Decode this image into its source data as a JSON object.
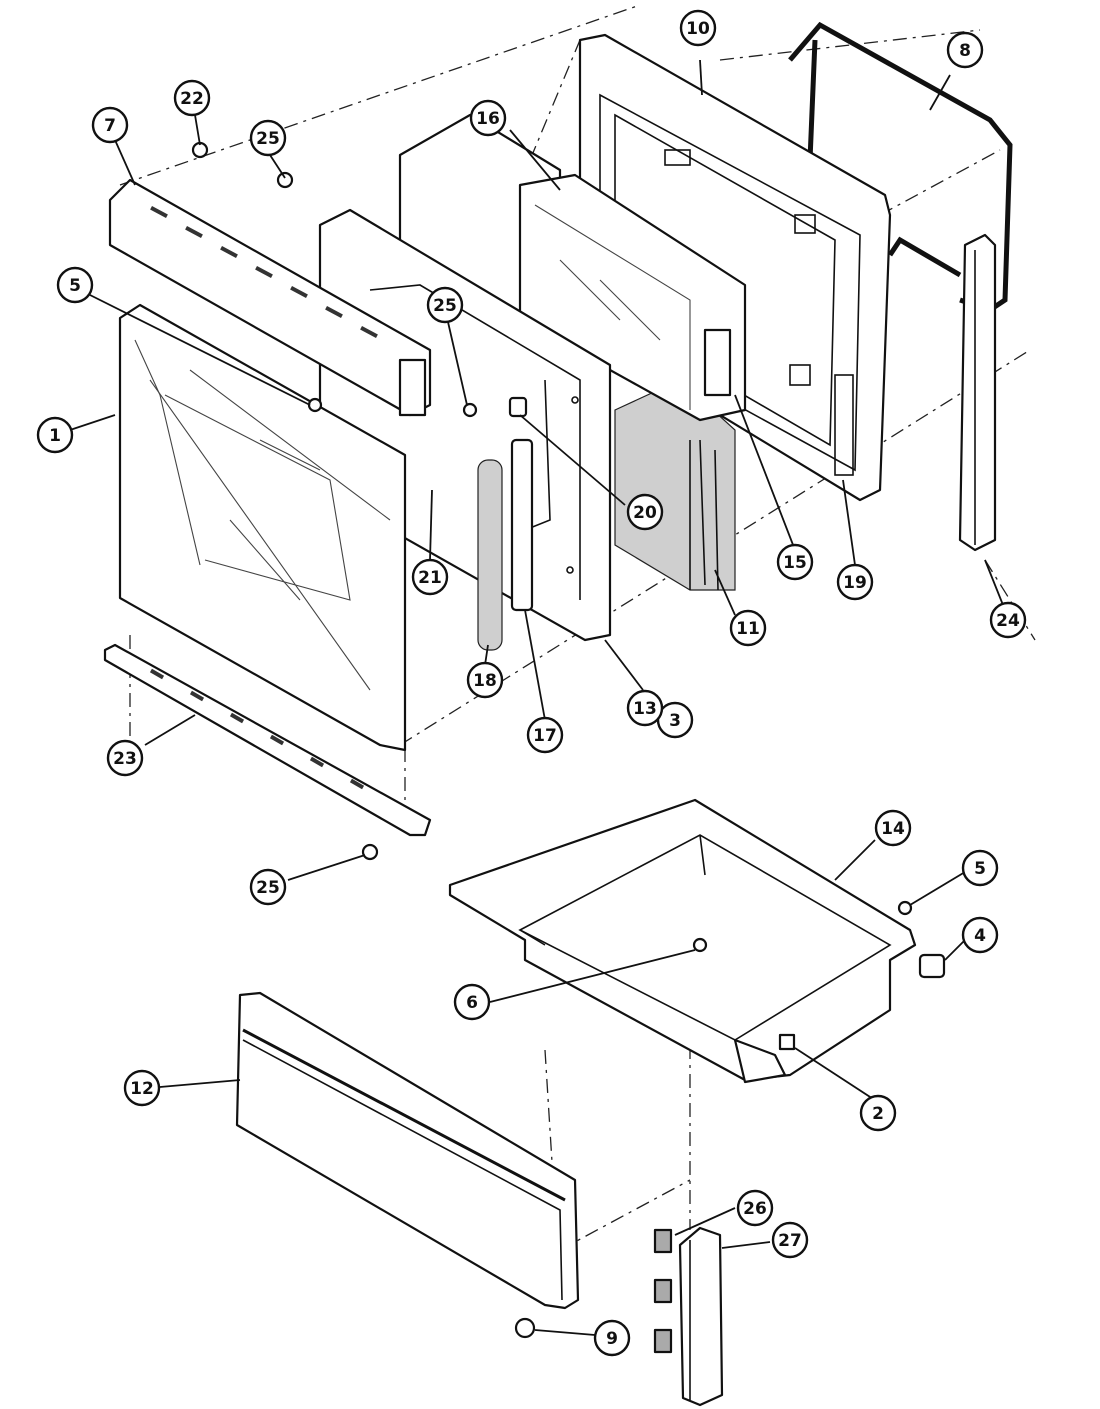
{
  "diagram": {
    "callouts": [
      {
        "id": "c1",
        "label": "1"
      },
      {
        "id": "c2",
        "label": "2"
      },
      {
        "id": "c3",
        "label": "3"
      },
      {
        "id": "c4",
        "label": "4"
      },
      {
        "id": "c5a",
        "label": "5"
      },
      {
        "id": "c5b",
        "label": "5"
      },
      {
        "id": "c6",
        "label": "6"
      },
      {
        "id": "c7",
        "label": "7"
      },
      {
        "id": "c8",
        "label": "8"
      },
      {
        "id": "c9",
        "label": "9"
      },
      {
        "id": "c10",
        "label": "10"
      },
      {
        "id": "c11",
        "label": "11"
      },
      {
        "id": "c12",
        "label": "12"
      },
      {
        "id": "c13",
        "label": "13"
      },
      {
        "id": "c14",
        "label": "14"
      },
      {
        "id": "c15",
        "label": "15"
      },
      {
        "id": "c16",
        "label": "16"
      },
      {
        "id": "c17",
        "label": "17"
      },
      {
        "id": "c18",
        "label": "18"
      },
      {
        "id": "c19",
        "label": "19"
      },
      {
        "id": "c20",
        "label": "20"
      },
      {
        "id": "c21",
        "label": "21"
      },
      {
        "id": "c22",
        "label": "22"
      },
      {
        "id": "c23",
        "label": "23"
      },
      {
        "id": "c24",
        "label": "24"
      },
      {
        "id": "c25a",
        "label": "25"
      },
      {
        "id": "c25b",
        "label": "25"
      },
      {
        "id": "c25c",
        "label": "25"
      },
      {
        "id": "c26",
        "label": "26"
      },
      {
        "id": "c27",
        "label": "27"
      }
    ]
  }
}
